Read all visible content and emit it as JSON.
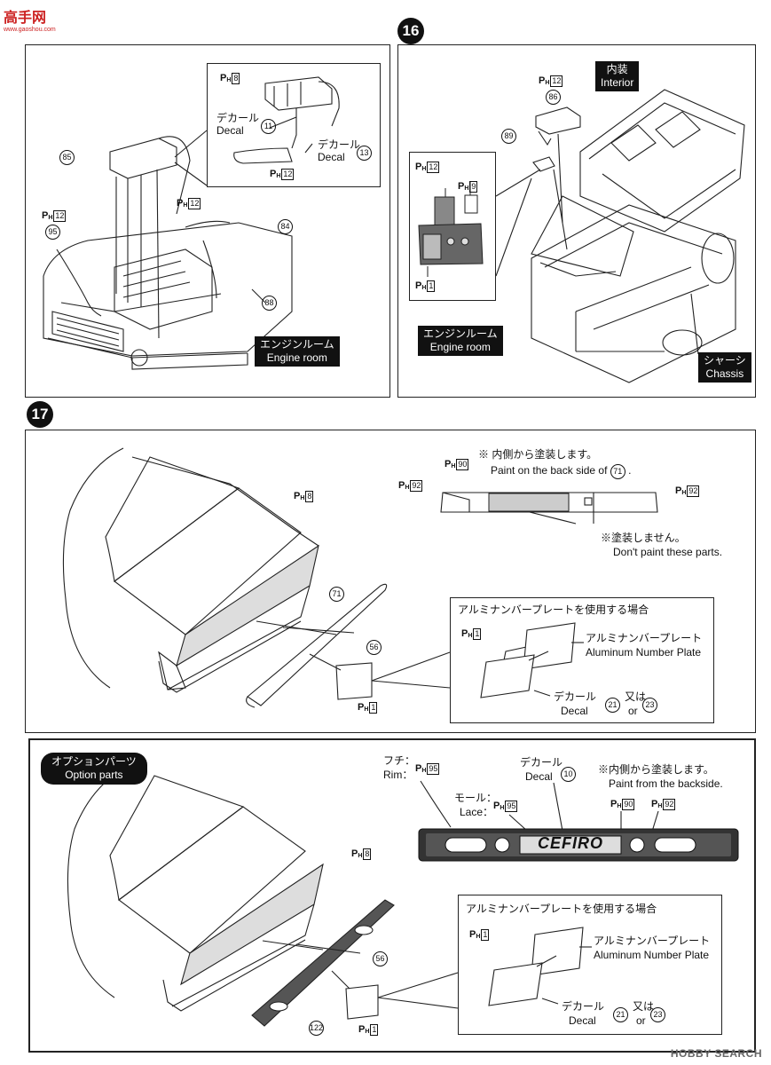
{
  "site": {
    "logo_text": "高手网",
    "logo_url": "www.gaoshou.com",
    "watermark": "HOBBY SEARCH"
  },
  "step15": {
    "part_85": "85",
    "part_95": "95",
    "part_84": "84",
    "part_88": "88",
    "ph12_a": "12",
    "ph12_b": "12",
    "ph8": "8",
    "ph12_inset": "12",
    "decal_11_jp": "デカール",
    "decal_11_en": "Decal",
    "decal_11_num": "11",
    "decal_13_jp": "デカール",
    "decal_13_en": "Decal",
    "decal_13_num": "13",
    "tag_jp": "エンジンルーム",
    "tag_en": "Engine room"
  },
  "step16": {
    "number": "16",
    "part_86": "86",
    "part_89": "89",
    "ph12_top": "12",
    "ph12_inset": "12",
    "ph9_inset": "9",
    "ph1_inset": "1",
    "interior_jp": "内装",
    "interior_en": "Interior",
    "engine_jp": "エンジンルーム",
    "engine_en": "Engine room",
    "chassis_jp": "シャーシ",
    "chassis_en": "Chassis"
  },
  "step17": {
    "number": "17",
    "ph8": "8",
    "ph90": "90",
    "ph92_left": "92",
    "ph92_right": "92",
    "ph1_main": "1",
    "part_71": "71",
    "part_56": "56",
    "note_paint_jp": "※ 内側から塗装します。",
    "note_paint_en_prefix": "Paint on the back side of",
    "note_paint_en_part": "71",
    "note_nopaint_jp": "※塗装しません。",
    "note_nopaint_en": "Don't paint these parts.",
    "alu": {
      "heading": "アルミナンバープレートを使用する場合",
      "ph1": "1",
      "plate_jp": "アルミナンバープレート",
      "plate_en": "Aluminum Number Plate",
      "decal_jp": "デカール",
      "decal_en": "Decal",
      "decal_a": "21",
      "or_jp": "又は",
      "or_en": "or",
      "decal_b": "23"
    }
  },
  "option": {
    "tag_jp": "オプションパーツ",
    "tag_en": "Option parts",
    "rim_jp": "フチ：",
    "rim_en": "Rim：",
    "ph95_rim": "95",
    "lace_jp": "モール：",
    "lace_en": "Lace：",
    "ph95_lace": "95",
    "decal_jp": "デカール",
    "decal_en": "Decal",
    "decal_num": "10",
    "note_jp": "※内側から塗装します。",
    "note_en": "Paint from the backside.",
    "ph90": "90",
    "ph92": "92",
    "ph8": "8",
    "ph1_main": "1",
    "part_56": "56",
    "part_122": "122",
    "cefiro_text": "CEFIRO",
    "alu": {
      "heading": "アルミナンバープレートを使用する場合",
      "ph1": "1",
      "plate_jp": "アルミナンバープレート",
      "plate_en": "Aluminum Number Plate",
      "decal_jp": "デカール",
      "decal_en": "Decal",
      "decal_a": "21",
      "or_jp": "又は",
      "or_en": "or",
      "decal_b": "23"
    }
  }
}
